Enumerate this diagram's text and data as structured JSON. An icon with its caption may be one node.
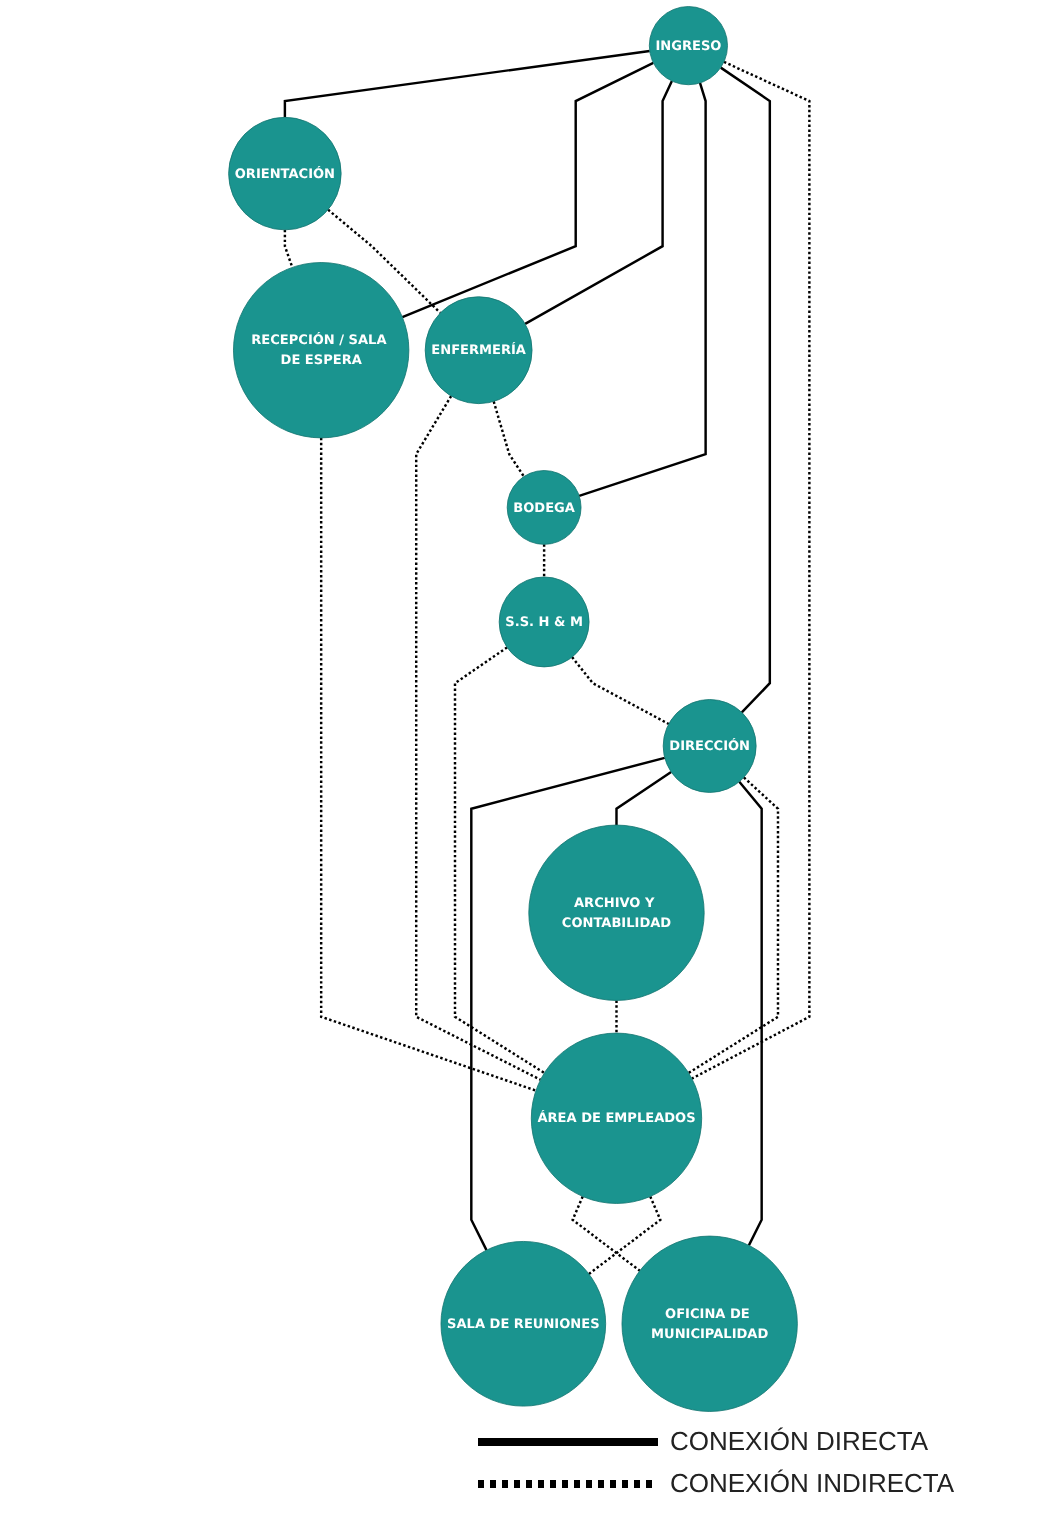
{
  "diagram": {
    "nodes": [
      {
        "text": [
          "INGRESO"
        ]
      },
      {
        "text": [
          "ORIENTACIÓN"
        ]
      },
      {
        "text": [
          "RECEPCIÓN / SALA DE ESPERA"
        ]
      },
      {
        "text": [
          "ENFERMERÍA"
        ]
      },
      {
        "text": [
          "ÁREA DE EMPLEADOS"
        ]
      },
      {
        "text": [
          "S.S. H & M"
        ]
      },
      {
        "text": [
          "BODEGA"
        ]
      },
      {
        "text": [
          "SALA DE REUNIONES"
        ]
      },
      {
        "text": [
          "DIRECCIÓN"
        ]
      },
      {
        "text": [
          "ARCHIVO Y CONTABILIDAD"
        ]
      },
      {
        "text": [
          "OFICINA DE MUNICIPALIDAD"
        ]
      }
    ],
    "edges": [
      {
        "from": 0,
        "to": 1,
        "arrow": "none"
      },
      {
        "from": 0,
        "to": 2,
        "arrow": "none"
      },
      {
        "from": 0,
        "to": 3,
        "arrow": "none"
      },
      {
        "from": 0,
        "to": 6,
        "arrow": "none"
      },
      {
        "from": 0,
        "to": 8,
        "arrow": "none"
      },
      {
        "from": 8,
        "to": 7,
        "arrow": "none"
      },
      {
        "from": 8,
        "to": 9,
        "arrow": "none"
      },
      {
        "from": 8,
        "to": 10,
        "arrow": "none"
      },
      {
        "from": 1,
        "to": 2,
        "arrow": "none",
        "style": "dashed"
      },
      {
        "from": 1,
        "to": 3,
        "arrow": "none",
        "style": "dashed"
      },
      {
        "from": 0,
        "to": 4,
        "arrow": "none",
        "style": "dashed"
      },
      {
        "from": 2,
        "to": 4,
        "arrow": "none",
        "style": "dashed"
      },
      {
        "from": 3,
        "to": 4,
        "arrow": "none",
        "style": "dashed"
      },
      {
        "from": 3,
        "to": 6,
        "arrow": "none",
        "style": "dashed"
      },
      {
        "from": 5,
        "to": 4,
        "arrow": "none",
        "style": "dashed"
      },
      {
        "from": 6,
        "to": 5,
        "arrow": "none",
        "style": "dashed"
      },
      {
        "from": 5,
        "to": 8,
        "arrow": "none",
        "style": "dashed"
      },
      {
        "from": 9,
        "to": 4,
        "arrow": "none",
        "style": "dashed"
      },
      {
        "from": 8,
        "to": 4,
        "arrow": "none",
        "style": "dashed"
      },
      {
        "from": 4,
        "to": 10,
        "arrow": "none",
        "style": "dashed"
      },
      {
        "from": 4,
        "to": 7,
        "arrow": "none",
        "style": "dashed"
      }
    ],
    "legend": [
      {
        "text": "CONEXIÓN DIRECTA"
      },
      {
        "text": "CONEXIÓN INDIRECTA"
      }
    ]
  }
}
